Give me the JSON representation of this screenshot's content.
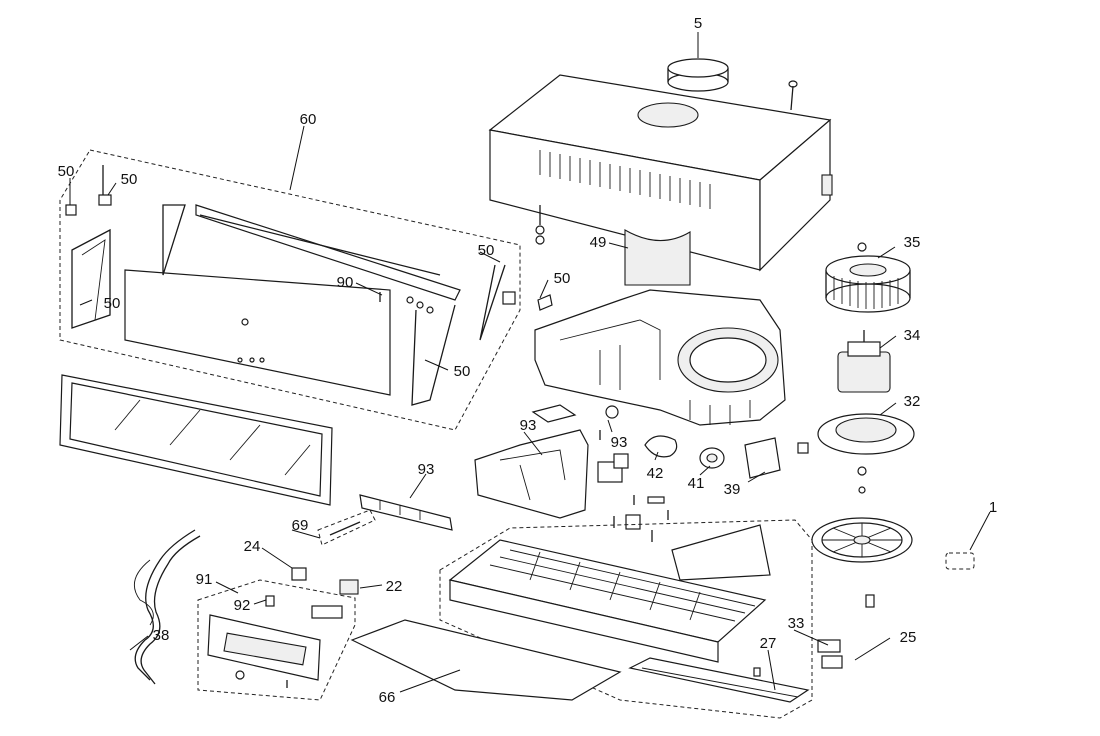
{
  "diagram": {
    "callouts": {
      "c1": "1",
      "c5": "5",
      "c22": "22",
      "c24": "24",
      "c25": "25",
      "c27": "27",
      "c32": "32",
      "c33": "33",
      "c34": "34",
      "c35": "35",
      "c38": "38",
      "c39": "39",
      "c41": "41",
      "c42": "42",
      "c49": "49",
      "c50a": "50",
      "c50b": "50",
      "c50c": "50",
      "c50d": "50",
      "c50e": "50",
      "c50f": "50",
      "c60": "60",
      "c66": "66",
      "c69": "69",
      "c90": "90",
      "c91": "91",
      "c92": "92",
      "c93a": "93",
      "c93b": "93",
      "c93c": "93"
    }
  }
}
